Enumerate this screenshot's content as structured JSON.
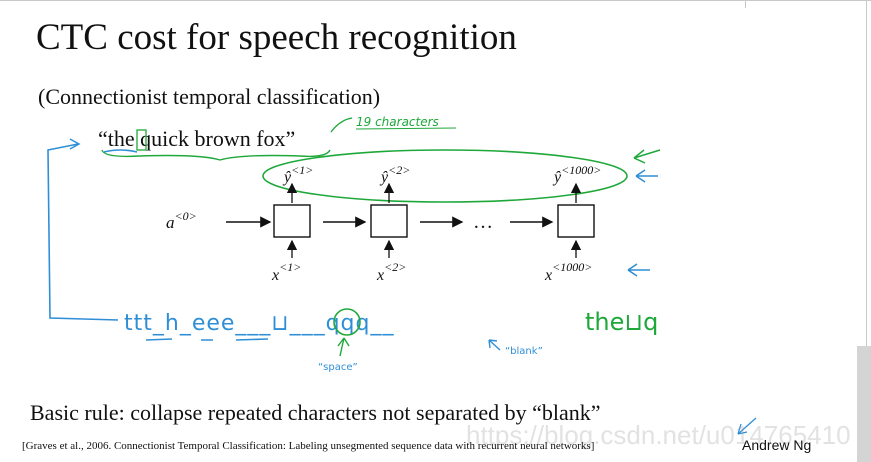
{
  "slide": {
    "title": "CTC cost for speech recognition",
    "subtitle": "(Connectionist temporal classification)",
    "phrase": "“the quick brown fox”",
    "rule": "Basic rule: collapse repeated characters not separated by “blank”",
    "citation": "[Graves et al., 2006. Connectionist Temporal Classification: Labeling unsegmented sequence data with recurrent neural networks]",
    "author": "Andrew Ng",
    "watermark": "https://blog.csdn.net/u014765410"
  },
  "network": {
    "a0_label": "a",
    "a0_sup": "<0>",
    "ellipsis": "…",
    "cells": [
      {
        "y_label": "ŷ",
        "y_sup": "<1>",
        "x_label": "x",
        "x_sup": "<1>"
      },
      {
        "y_label": "ŷ",
        "y_sup": "<2>",
        "x_label": "x",
        "x_sup": "<2>"
      },
      {
        "y_label": "ŷ",
        "y_sup": "<1000>",
        "x_label": "x",
        "x_sup": "<1000>"
      }
    ]
  },
  "annotations": {
    "char_count": "19 characters",
    "sequence": "ttt_h_eee___⊔___qqq__",
    "result": "the⊔q",
    "space_label": "“space”",
    "blank_label": "“blank”"
  },
  "colors": {
    "annotation_blue": "#2f8fd6",
    "annotation_green": "#1fa83a",
    "text": "#111111"
  }
}
